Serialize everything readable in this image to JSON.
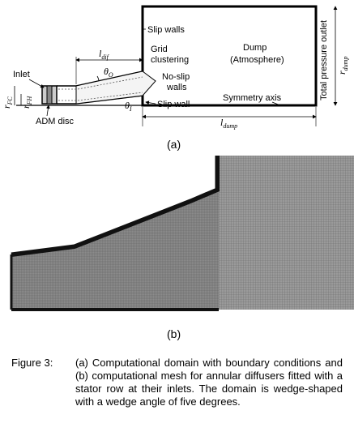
{
  "panel_a": {
    "label": "(a)",
    "labels": {
      "slip_walls": "Slip walls",
      "grid": "Grid",
      "clustering": "clustering",
      "dump": "Dump",
      "atmosphere": "(Atmosphere)",
      "no_slip": "No-slip",
      "walls": "walls",
      "inlet": "Inlet",
      "slip_wall": "Slip wall",
      "symmetry_axis": "Symmetry axis",
      "adm_disc": "ADM disc",
      "outlet": "Total pressure outlet"
    },
    "math": {
      "l_dif": "l",
      "l_dif_sub": "dif",
      "theta_o": "θ",
      "theta_o_sub": "O",
      "theta_i": "θ",
      "theta_i_sub": "I",
      "r_fc": "r",
      "r_fc_sub": "FC",
      "r_fh": "r",
      "r_fh_sub": "FH",
      "l_dump": "l",
      "l_dump_sub": "dump",
      "r_dump": "r",
      "r_dump_sub": "dump"
    }
  },
  "panel_b": {
    "label": "(b)"
  },
  "caption": {
    "lead": "Figure 3:",
    "text": "(a) Computational domain with boundary conditions and (b) computational mesh for annular diffusers fitted with a stator row at their inlets. The domain is wedge-shaped with a wedge angle of five degrees."
  }
}
